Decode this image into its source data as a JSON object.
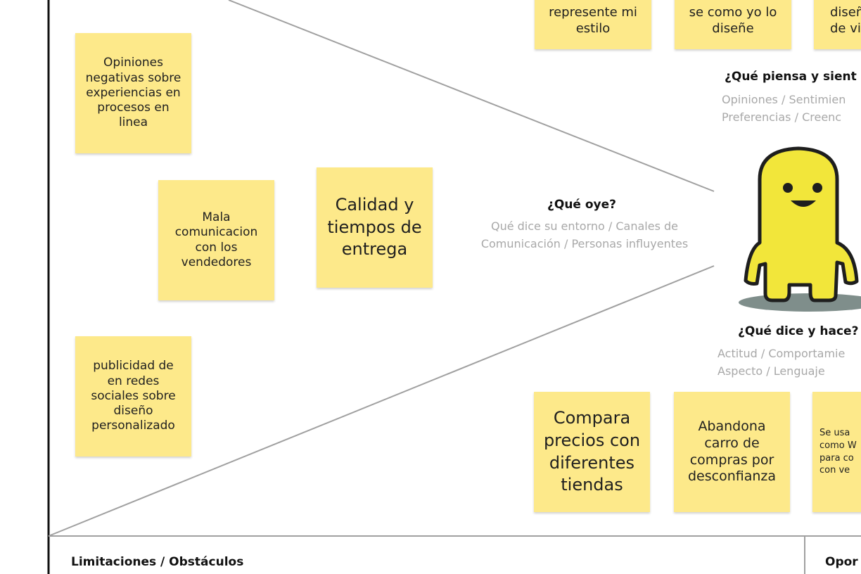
{
  "notes": {
    "oye_1": "Opiniones\nnegativas sobre\nexperiencias en\nprocesos en\nlinea",
    "oye_2": "Mala\ncomunicacion\ncon los\nvendedores",
    "oye_3": "Calidad y\ntiempos de\nentrega",
    "oye_4": "publicidad de\nen redes\nsociales sobre\ndiseño\npersonalizado",
    "piensa_1": "represente mi\nestilo",
    "piensa_2": "se como yo lo\ndiseñe",
    "piensa_3": "diseñ\nde vi",
    "hace_1": "Compara\nprecios con\ndiferentes\ntiendas",
    "hace_2": "Abandona\ncarro de\ncompras por\ndesconfianza",
    "hace_3": "Se usa\ncomo W\npara co\ncon ve"
  },
  "sections": {
    "oye": {
      "title": "¿Qué oye?",
      "subtitle": "Qué dice su entorno / Canales de\nComunicación / Personas influyentes"
    },
    "piensa": {
      "title": "¿Qué piensa y sient",
      "subtitle": "Opiniones / Sentimien\nPreferencias / Creenc"
    },
    "hace": {
      "title": "¿Qué dice y hace?",
      "subtitle": "Actitud / Comportamie\nAspecto / Lenguaje"
    }
  },
  "footer": {
    "left_label": "Limitaciones / Obstáculos",
    "right_label": "Opor"
  },
  "colors": {
    "sticky": "#fde98a",
    "character": "#f2e63a",
    "lines": "#a0a0a0"
  },
  "icons": {
    "persona": "yellow-character-illustration"
  }
}
